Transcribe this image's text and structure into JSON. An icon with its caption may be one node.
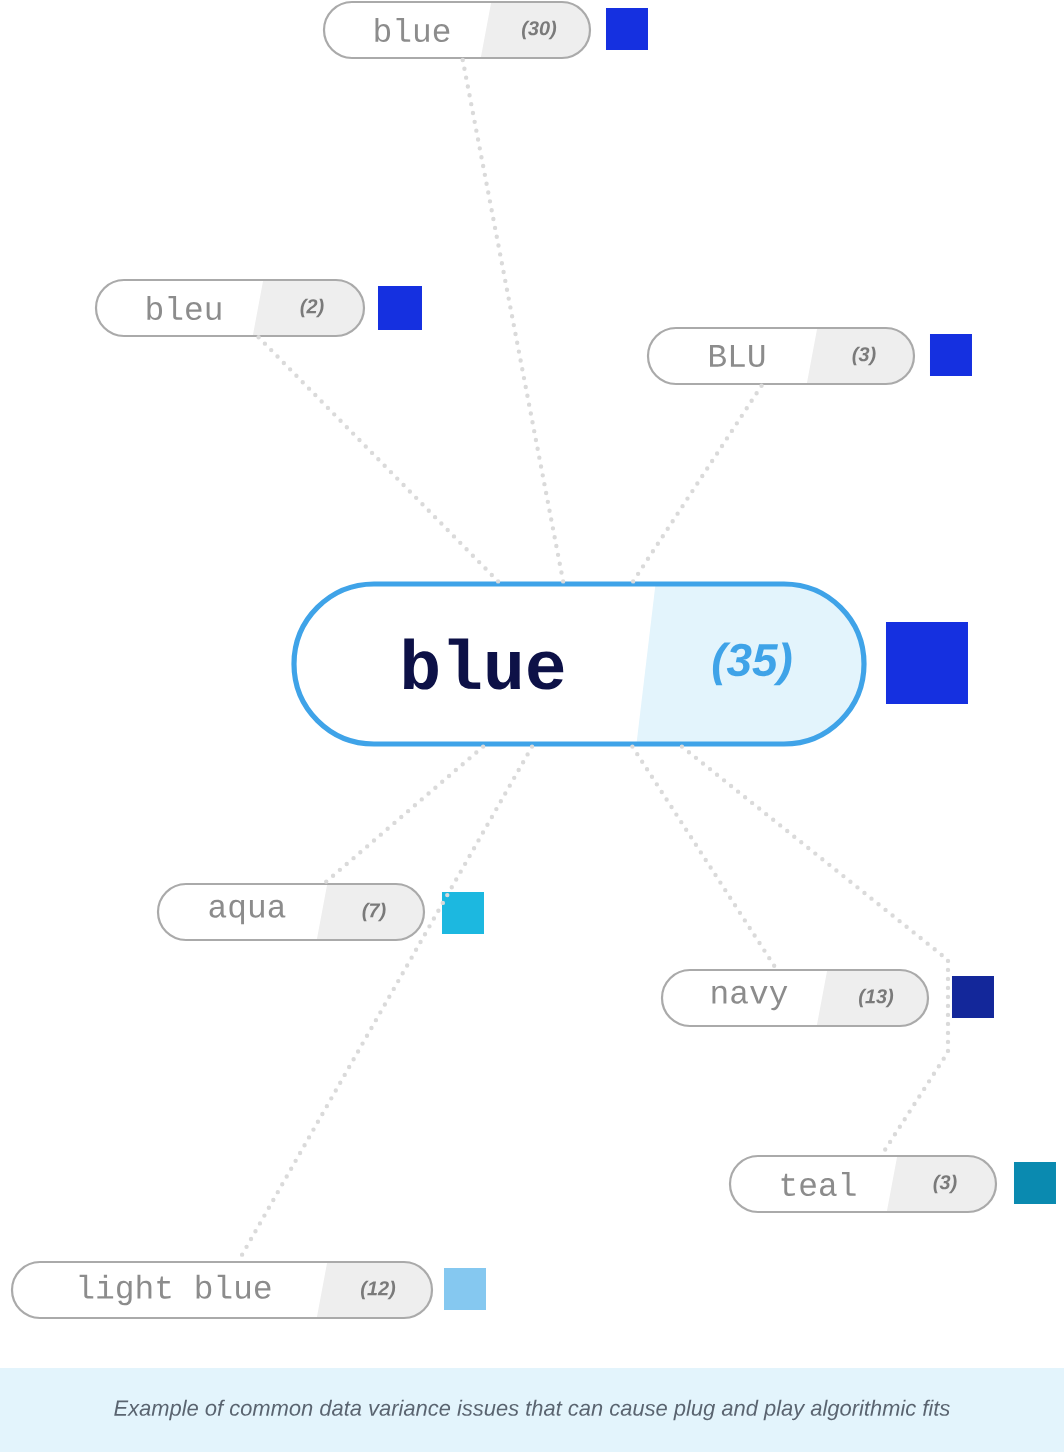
{
  "diagram": {
    "caption": "Example of common data variance issues that can cause plug and play algorithmic fits",
    "nodes": [
      {
        "text": [
          "blue",
          "(35)"
        ]
      },
      {
        "text": [
          "blue",
          "(30)"
        ]
      },
      {
        "text": [
          "bleu",
          "(2)"
        ]
      },
      {
        "text": [
          "BLU",
          "(3)"
        ]
      },
      {
        "text": [
          "aqua",
          "(7)"
        ]
      },
      {
        "text": [
          "navy",
          "(13)"
        ]
      },
      {
        "text": [
          "teal",
          "(3)"
        ]
      },
      {
        "text": [
          "light blue",
          "(12)"
        ]
      }
    ],
    "edges": [
      {
        "from": 0,
        "to": 1,
        "arrow": "none"
      },
      {
        "from": 0,
        "to": 2,
        "arrow": "none"
      },
      {
        "from": 0,
        "to": 3,
        "arrow": "none"
      },
      {
        "from": 0,
        "to": 4,
        "arrow": "none"
      },
      {
        "from": 0,
        "to": 5,
        "arrow": "none"
      },
      {
        "from": 0,
        "to": 6,
        "arrow": "none"
      },
      {
        "from": 0,
        "to": 7,
        "arrow": "none"
      }
    ]
  }
}
